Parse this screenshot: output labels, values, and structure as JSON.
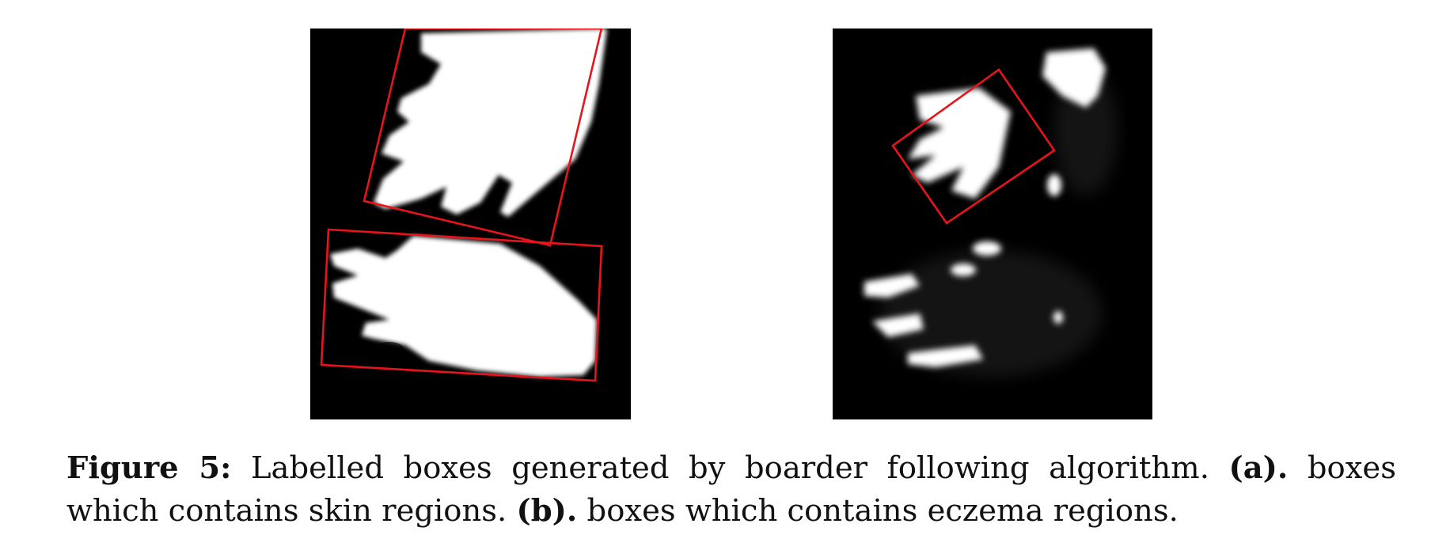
{
  "figure": {
    "label": "Figure 5:",
    "text_1": "Labelled boxes generated by boarder following algorithm.",
    "sub_a": "(a).",
    "text_2": "boxes which contains skin regions.",
    "sub_b": "(b).",
    "text_3": "boxes which contains eczema regions."
  },
  "colors": {
    "box": "#e8141b",
    "mask": "#ffffff",
    "background": "#000000"
  }
}
